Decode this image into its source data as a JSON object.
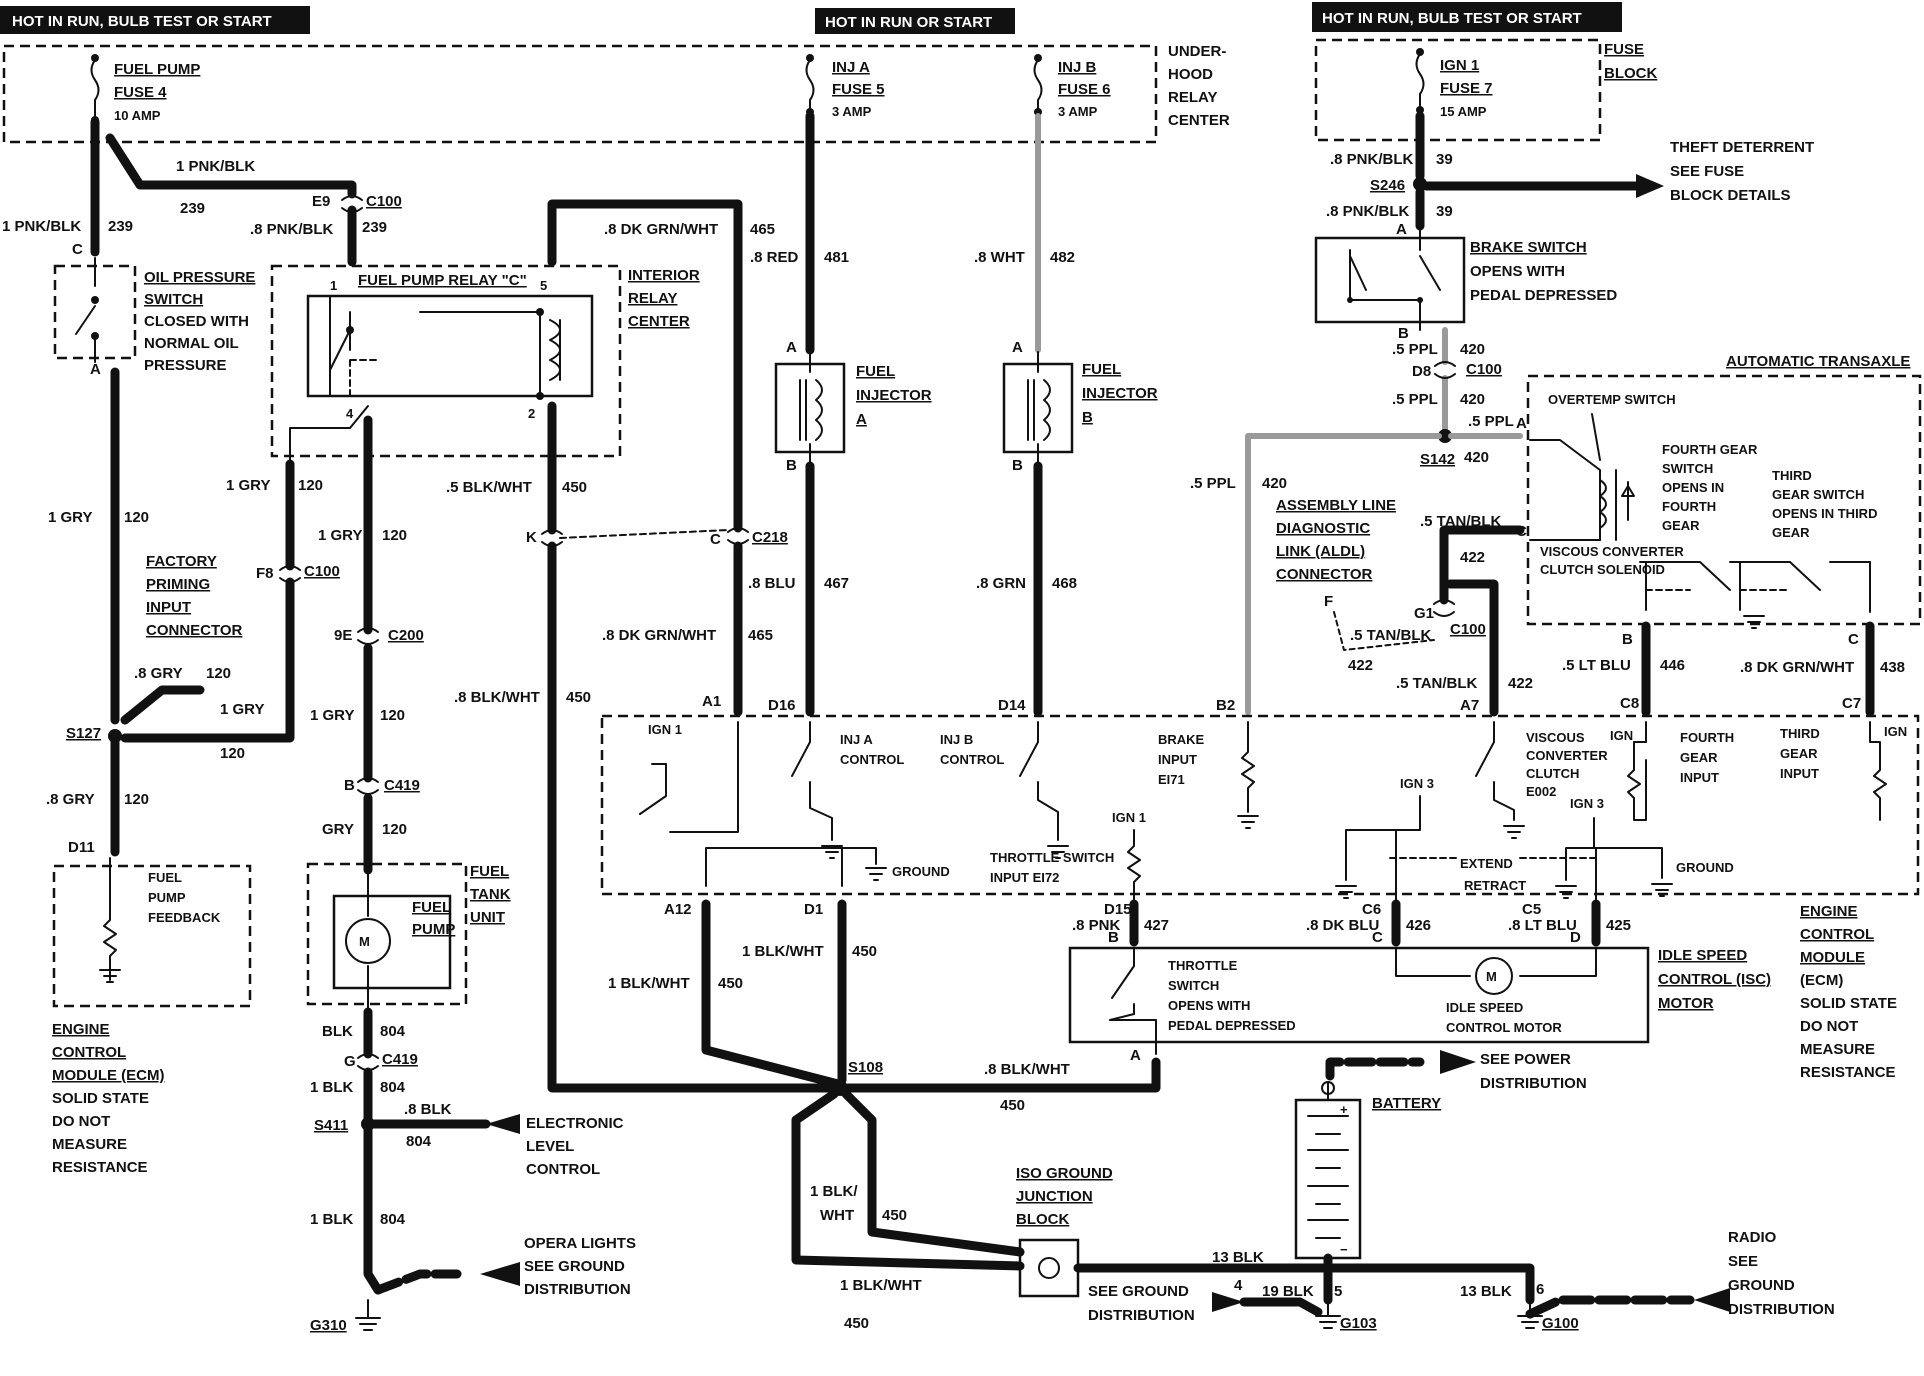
{
  "headers": {
    "hot_run_bulb_left": "HOT IN RUN, BULB TEST OR START",
    "hot_run_start": "HOT IN RUN OR START",
    "hot_run_bulb_right": "HOT IN RUN, BULB TEST OR START"
  },
  "fuses": {
    "fuel_pump": [
      "FUEL PUMP",
      "FUSE 4",
      "10 AMP"
    ],
    "inj_a": [
      "INJ A",
      "FUSE 5",
      "3 AMP"
    ],
    "inj_b": [
      "INJ B",
      "FUSE 6",
      "3 AMP"
    ],
    "ign1": [
      "IGN 1",
      "FUSE 7",
      "15 AMP"
    ]
  },
  "blocks": {
    "underhood": [
      "UNDER-",
      "HOOD",
      "RELAY",
      "CENTER"
    ],
    "fuse_block": [
      "FUSE",
      "BLOCK"
    ],
    "interior_relay": [
      "INTERIOR",
      "RELAY",
      "CENTER"
    ],
    "auto_transaxle": "AUTOMATIC TRANSAXLE",
    "ecm_right": [
      "ENGINE",
      "CONTROL",
      "MODULE",
      "(ECM)",
      "SOLID STATE",
      "DO NOT",
      "MEASURE",
      "RESISTANCE"
    ],
    "ecm_left": [
      "ENGINE",
      "CONTROL",
      "MODULE (ECM)",
      "SOLID STATE",
      "DO NOT",
      "MEASURE",
      "RESISTANCE"
    ]
  },
  "components": {
    "oil_pressure": [
      "OIL PRESSURE",
      "SWITCH",
      "CLOSED WITH",
      "NORMAL OIL",
      "PRESSURE"
    ],
    "fuel_pump_relay": "FUEL PUMP RELAY \"C\"",
    "factory_priming": [
      "FACTORY",
      "PRIMING",
      "INPUT",
      "CONNECTOR"
    ],
    "fuel_injector_a": [
      "FUEL",
      "INJECTOR",
      "A"
    ],
    "fuel_injector_b": [
      "FUEL",
      "INJECTOR",
      "B"
    ],
    "brake_switch": [
      "BRAKE SWITCH",
      "OPENS WITH",
      "PEDAL DEPRESSED"
    ],
    "theft": [
      "THEFT DETERRENT",
      "SEE FUSE",
      "BLOCK DETAILS"
    ],
    "aldl": [
      "ASSEMBLY LINE",
      "DIAGNOSTIC",
      "LINK (ALDL)",
      "CONNECTOR"
    ],
    "overtemp": "OVERTEMP SWITCH",
    "fourth_gear_switch": [
      "FOURTH GEAR",
      "SWITCH",
      "OPENS IN",
      "FOURTH",
      "GEAR"
    ],
    "third_gear_switch": [
      "THIRD",
      "GEAR SWITCH",
      "OPENS IN THIRD",
      "GEAR"
    ],
    "viscous_solenoid": [
      "VISCOUS CONVERTER",
      "CLUTCH SOLENOID"
    ],
    "fuel_pump_feedback": [
      "FUEL",
      "PUMP",
      "FEEDBACK"
    ],
    "fuel_tank_unit": [
      "FUEL",
      "TANK",
      "UNIT"
    ],
    "fuel_pump": [
      "FUEL",
      "PUMP"
    ],
    "throttle_switch": [
      "THROTTLE",
      "SWITCH",
      "OPENS WITH",
      "PEDAL DEPRESSED"
    ],
    "isc_motor_label": [
      "IDLE SPEED",
      "CONTROL MOTOR"
    ],
    "isc": [
      "IDLE SPEED",
      "CONTROL (ISC)",
      "MOTOR"
    ],
    "battery": "BATTERY",
    "see_power": [
      "SEE POWER",
      "DISTRIBUTION"
    ],
    "electronic_level": [
      "ELECTRONIC",
      "LEVEL",
      "CONTROL"
    ],
    "opera_lights": [
      "OPERA LIGHTS",
      "SEE GROUND",
      "DISTRIBUTION"
    ],
    "iso_ground": [
      "ISO GROUND",
      "JUNCTION",
      "BLOCK"
    ],
    "see_ground": [
      "SEE GROUND",
      "DISTRIBUTION"
    ],
    "radio": [
      "RADIO",
      "SEE",
      "GROUND",
      "DISTRIBUTION"
    ]
  },
  "ecm_internal": {
    "ign1_a": "IGN 1",
    "inj_a_ctrl": [
      "INJ A",
      "CONTROL"
    ],
    "inj_b_ctrl": [
      "INJ B",
      "CONTROL"
    ],
    "ground_a": "GROUND",
    "brake_input": [
      "BRAKE",
      "INPUT",
      "EI71"
    ],
    "throttle_input": [
      "THROTTLE SWITCH",
      "INPUT EI72"
    ],
    "ign1_b": "IGN 1",
    "viscous": [
      "VISCOUS",
      "CONVERTER",
      "CLUTCH",
      "E002"
    ],
    "ign3_a": "IGN 3",
    "ign3_b": "IGN 3",
    "extend": "EXTEND",
    "retract": "RETRACT",
    "ground_b": "GROUND",
    "ign_c8": "IGN",
    "fourth_input": [
      "FOURTH",
      "GEAR",
      "INPUT"
    ],
    "third_input": [
      "THIRD",
      "GEAR",
      "INPUT"
    ],
    "ign_c7": "IGN"
  },
  "wires": {
    "w239a": "1 PNK/BLK",
    "n239a": "239",
    "w239b": "1 PNK/BLK",
    "n239b": "239",
    "w239c": ".8 PNK/BLK",
    "n239c": "239",
    "w465a": ".8 DK GRN/WHT",
    "n465a": "465",
    "w481": ".8 RED",
    "n481": "481",
    "w482": ".8 WHT",
    "n482": "482",
    "w39a": ".8 PNK/BLK",
    "n39a": "39",
    "w39b": ".8 PNK/BLK",
    "n39b": "39",
    "w420a": ".5 PPL",
    "n420a": "420",
    "w420b": ".5 PPL",
    "n420b": "420",
    "w420c": ".5 PPL",
    "n420c": "420",
    "w420d": ".5 PPL",
    "n420d": "420",
    "w120a": "1 GRY",
    "n120a": "120",
    "w120b": "1 GRY",
    "n120b": "120",
    "w120c": "1 GRY",
    "n120c": "120",
    "w120d": ".8 GRY",
    "n120d": "120",
    "w120e": "1 GRY",
    "n120e": "120",
    "w120f": "1 GRY",
    "n120f": "120",
    "w120g": ".8 GRY",
    "n120g": "120",
    "w120h": "GRY",
    "n120h": "120",
    "w450a": ".5 BLK/WHT",
    "n450a": "450",
    "w450b": ".8 BLK/WHT",
    "n450b": "450",
    "w450c": "1 BLK/WHT",
    "n450c": "450",
    "w450d": "1 BLK/WHT",
    "n450d": "450",
    "w450e": ".8 BLK/WHT",
    "n450e": "450",
    "w450f": "1 BLK/",
    "w450f2": "WHT",
    "n450f": "450",
    "w450g": "1 BLK/WHT",
    "n450g": "450",
    "w467": ".8 BLU",
    "n467": "467",
    "w468": ".8 GRN",
    "n468": "468",
    "w465b": ".8 DK GRN/WHT",
    "n465b": "465",
    "w422a": ".5 TAN/BLK",
    "n422a": "422",
    "w422b": ".5 TAN/BLK",
    "n422b": "422",
    "w422c": ".5 TAN/BLK",
    "n422c": "422",
    "w446": ".5 LT BLU",
    "n446": "446",
    "w438": ".8 DK GRN/WHT",
    "n438": "438",
    "w427": ".8 PNK",
    "n427": "427",
    "w426": ".8 DK BLU",
    "n426": "426",
    "w425": ".8 LT BLU",
    "n425": "425",
    "w804a": "BLK",
    "n804a": "804",
    "w804b": "1 BLK",
    "n804b": "804",
    "w804c": ".8 BLK",
    "n804c": "804",
    "w804d": "1 BLK",
    "n804d": "804",
    "w13a": "13 BLK",
    "w13b": "13 BLK",
    "w19": "19 BLK",
    "n4": "4",
    "n5": "5",
    "n6": "6"
  },
  "connectors": {
    "C": "C",
    "A_oil": "A",
    "E9": "E9",
    "C100a": "C100",
    "r1": "1",
    "r5": "5",
    "r4": "4",
    "r2": "2",
    "F8": "F8",
    "C100b": "C100",
    "K": "K",
    "C_218": "C",
    "C218": "C218",
    "E9b": "9E",
    "C200": "C200",
    "B_419": "B",
    "C419a": "C419",
    "G_419": "G",
    "C419b": "C419",
    "A_inja": "A",
    "B_inja": "B",
    "A_injb": "A",
    "B_injb": "B",
    "A_brake": "A",
    "B_brake": "B",
    "D8": "D8",
    "C100c": "C100",
    "A_trans": "A",
    "C_trans": "C",
    "B_trans": "B",
    "C_trans2": "C",
    "F_aldl": "F",
    "G1": "G1",
    "C100d": "C100",
    "A1": "A1",
    "D16": "D16",
    "D14": "D14",
    "B2": "B2",
    "A7": "A7",
    "C8": "C8",
    "C7": "C7",
    "D11": "D11",
    "A12": "A12",
    "D1": "D1",
    "D15": "D15",
    "C6": "C6",
    "C5": "C5",
    "B_tps": "B",
    "C_isc": "C",
    "D_isc": "D",
    "A_tps": "A"
  },
  "splices": {
    "S127": "S127",
    "S246": "S246",
    "S142": "S142",
    "S108": "S108",
    "S411": "S411",
    "G310": "G310",
    "G103": "G103",
    "G100": "G100"
  }
}
